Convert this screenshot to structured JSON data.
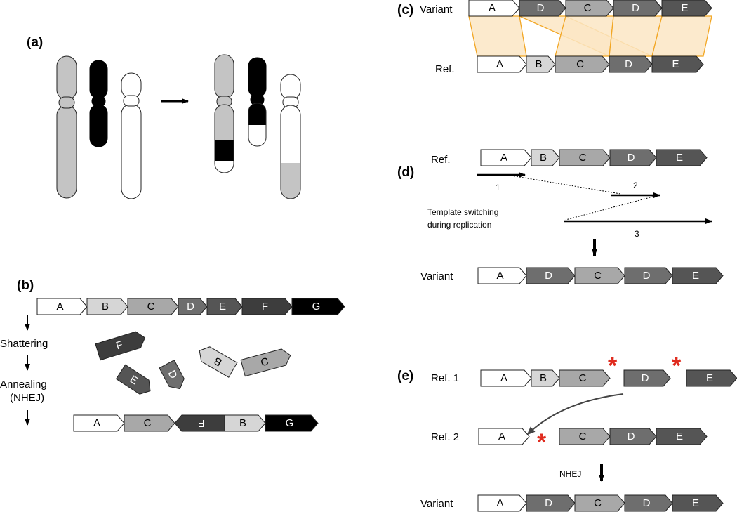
{
  "panels": {
    "a": "(a)",
    "b": "(b)",
    "c": "(c)",
    "d": "(d)",
    "e": "(e)"
  },
  "b": {
    "steps": [
      "Shattering",
      "Annealing",
      "(NHEJ)"
    ],
    "original": [
      "A",
      "B",
      "C",
      "D",
      "E",
      "F",
      "G"
    ],
    "fragments": [
      "F",
      "E",
      "D",
      "B",
      "C"
    ],
    "result": [
      "A",
      "C",
      "F",
      "B",
      "G"
    ]
  },
  "c": {
    "variant_label": "Variant",
    "ref_label": "Ref.",
    "variant": [
      "A",
      "D",
      "C",
      "D",
      "E"
    ],
    "ref": [
      "A",
      "B",
      "C",
      "D",
      "E"
    ]
  },
  "d": {
    "ref_label": "Ref.",
    "ref": [
      "A",
      "B",
      "C",
      "D",
      "E"
    ],
    "step_numbers": [
      "1",
      "2",
      "3"
    ],
    "switch_note_line1": "Template switching",
    "switch_note_line2": "during replication",
    "variant_label": "Variant",
    "variant": [
      "A",
      "D",
      "C",
      "D",
      "E"
    ]
  },
  "e": {
    "ref1_label": "Ref. 1",
    "ref1": [
      "A",
      "B",
      "C",
      "D",
      "E"
    ],
    "ref2_label": "Ref. 2",
    "ref2": [
      "A",
      "C",
      "D",
      "E"
    ],
    "nhej": "NHEJ",
    "break_mark": "*",
    "variant_label": "Variant",
    "variant": [
      "A",
      "D",
      "C",
      "D",
      "E"
    ]
  },
  "colors": {
    "A": "#ffffff",
    "B": "#d6d6d6",
    "C": "#a8a8a8",
    "D": "#6e6e6e",
    "E": "#555555",
    "F": "#3d3d3d",
    "G": "#000000",
    "chrom_grey": "#c4c4c4",
    "chrom_black": "#000000",
    "mapping_fill": "#fbe6c4",
    "mapping_line": "#f2a623",
    "break_star": "#e02b1e"
  }
}
